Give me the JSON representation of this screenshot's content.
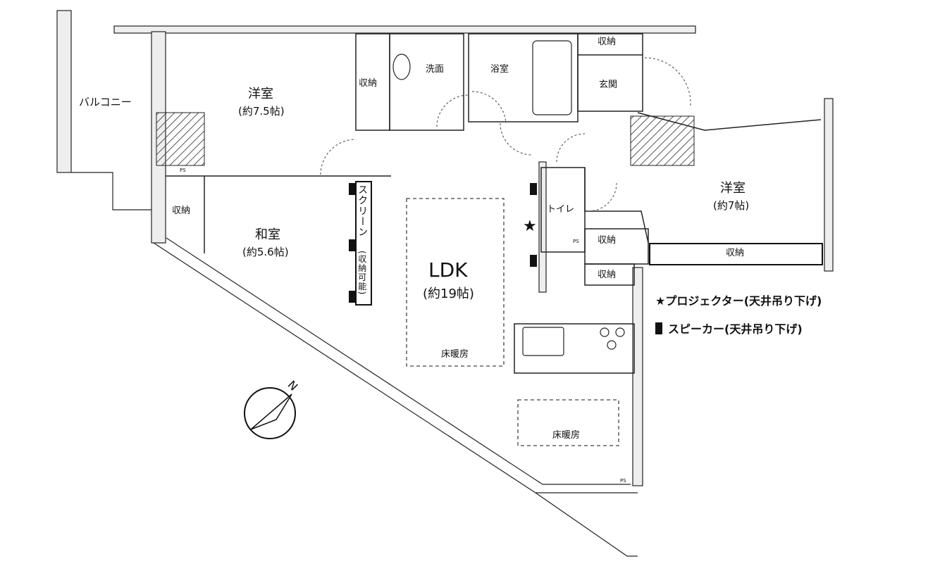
{
  "rooms": {
    "balcony": "バルコニー",
    "western_room_1": {
      "name": "洋室",
      "size": "(約7.5帖)"
    },
    "japanese_room": {
      "name": "和室",
      "size": "(約5.6帖)"
    },
    "ldk": {
      "name": "LDK",
      "size": "(約19帖)"
    },
    "western_room_2": {
      "name": "洋室",
      "size": "(約7帖)"
    },
    "washroom": "洗面",
    "bathroom": "浴室",
    "entrance": "玄関",
    "toilet": "トイレ"
  },
  "storage_label": "収納",
  "pipe_space_label": "PS",
  "floor_heating_label": "床暖房",
  "screen_label": "スクリーン",
  "screen_note": "(収納可能)",
  "compass_label": "N",
  "projector_mark": "★",
  "legend": {
    "projector": "★プロジェクター(天井吊り下げ)",
    "speaker": "スピーカー(天井吊り下げ)"
  },
  "colors": {
    "line": "#222222",
    "hatch": "#555555",
    "wall_fill": "#eeeeee"
  }
}
